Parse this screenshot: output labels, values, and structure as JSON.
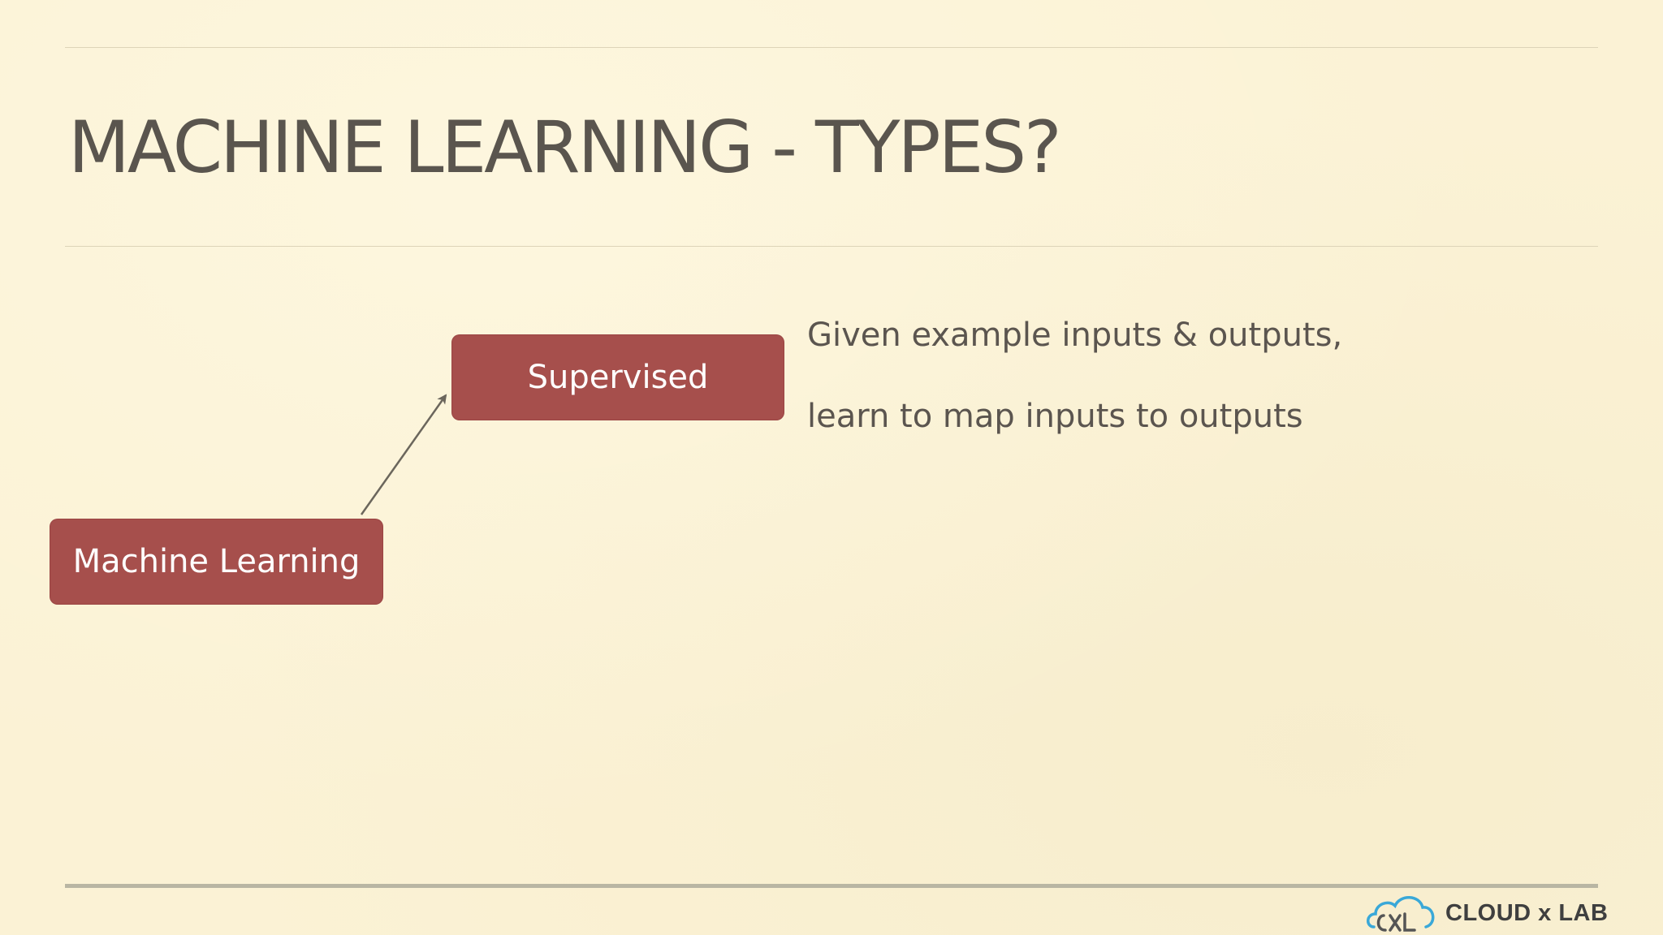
{
  "slide": {
    "title": "MACHINE LEARNING - TYPES?"
  },
  "diagram": {
    "root_node": "Machine Learning",
    "child_node": "Supervised",
    "description_lines": [
      "Given example inputs & outputs,",
      "learn to map inputs to outputs"
    ]
  },
  "logo": {
    "text": "CLOUD x LAB",
    "icon": "cloud-logo-icon"
  },
  "colors": {
    "background": "#fbf2d5",
    "node_fill": "#a64f4c",
    "title_text": "#5a554e",
    "body_text": "#5b554f",
    "logo_accent": "#3aa8d8"
  }
}
